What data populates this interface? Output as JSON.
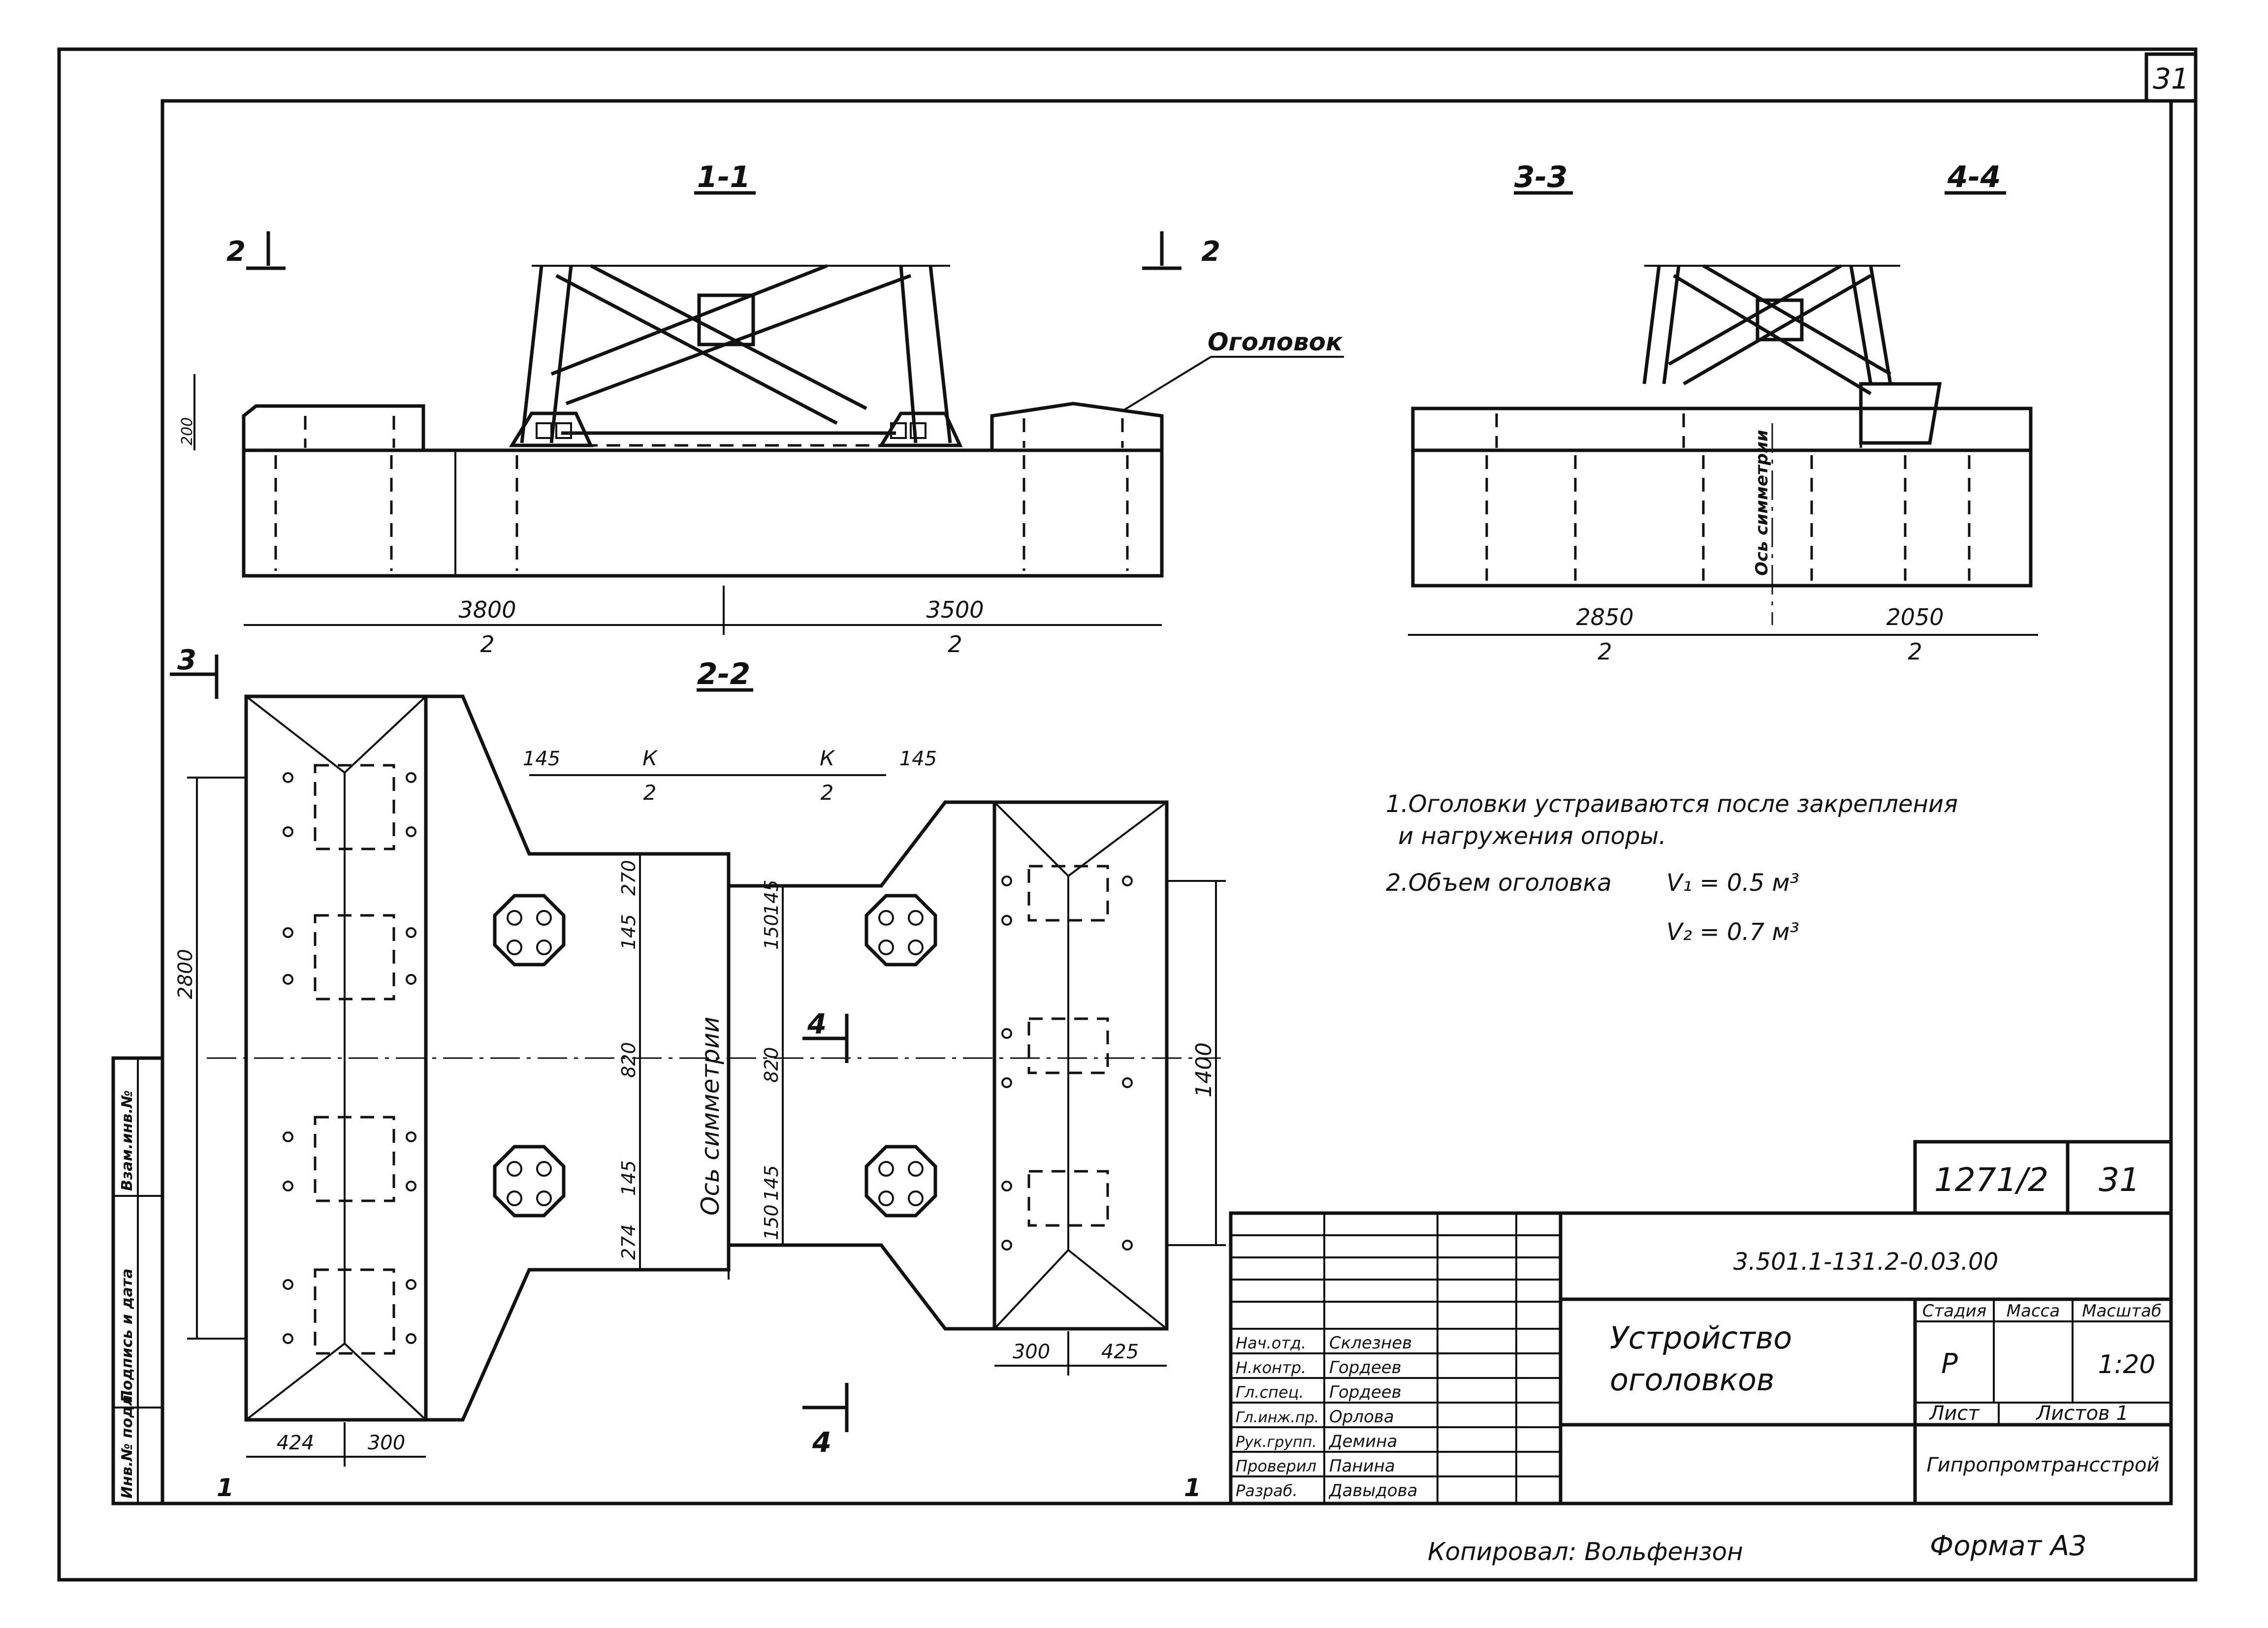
{
  "sheet": {
    "page_number": "31",
    "format_label": "Формат А3",
    "copied_by": "Копировал: Вольфензон"
  },
  "sections": {
    "s11": "1-1",
    "s22": "2-2",
    "s33": "3-3",
    "s44": "4-4",
    "mark_2": "2",
    "mark_3": "3",
    "mark_4": "4",
    "mark_1": "1"
  },
  "labels": {
    "ogolovok_leader": "Оголовок",
    "symmetry_axis": "Ось симметрии",
    "k_label": "К"
  },
  "dimensions": {
    "d3800": "3800",
    "d3500": "3500",
    "d2850": "2850",
    "d2050": "2050",
    "d2": "2",
    "d200": "200",
    "d145": "145",
    "d150": "150",
    "d270": "270",
    "d274": "274",
    "d820": "820",
    "d1400": "1400",
    "d2800": "2800",
    "d300": "300",
    "d425": "425",
    "d424": "424"
  },
  "notes": {
    "n1_line1": "1.Оголовки устраиваются после закрепления",
    "n1_line2": "и нагружения опоры.",
    "n2_label": "2.Объем оголовка",
    "v1": "V₁ = 0.5 м³",
    "v2": "V₂ = 0.7 м³"
  },
  "title_block": {
    "doc_ref": "1271/2",
    "sheet_no": "31",
    "code": "3.501.1-131.2-0.03.00",
    "title_line1": "Устройство",
    "title_line2": "оголовков",
    "stage_header": "Стадия",
    "mass_header": "Масса",
    "scale_header": "Масштаб",
    "stage_value": "Р",
    "scale_value": "1:20",
    "sheet_label": "Лист",
    "sheets_label": "Листов 1",
    "organization": "Гипропромтрансстрой",
    "roles": [
      {
        "role": "Нач.отд.",
        "name": "Склезнев"
      },
      {
        "role": "Н.контр.",
        "name": "Гордеев"
      },
      {
        "role": "Гл.спец.",
        "name": "Гордеев"
      },
      {
        "role": "Гл.инж.пр.",
        "name": "Орлова"
      },
      {
        "role": "Рук.групп.",
        "name": "Демина"
      },
      {
        "role": "Проверил",
        "name": "Панина"
      },
      {
        "role": "Разраб.",
        "name": "Давыдова"
      }
    ]
  },
  "side_stamp": {
    "inv_podl": "Инв.№ подл.",
    "podpis": "Подпись и дата",
    "vzam": "Взам.инв.№"
  }
}
